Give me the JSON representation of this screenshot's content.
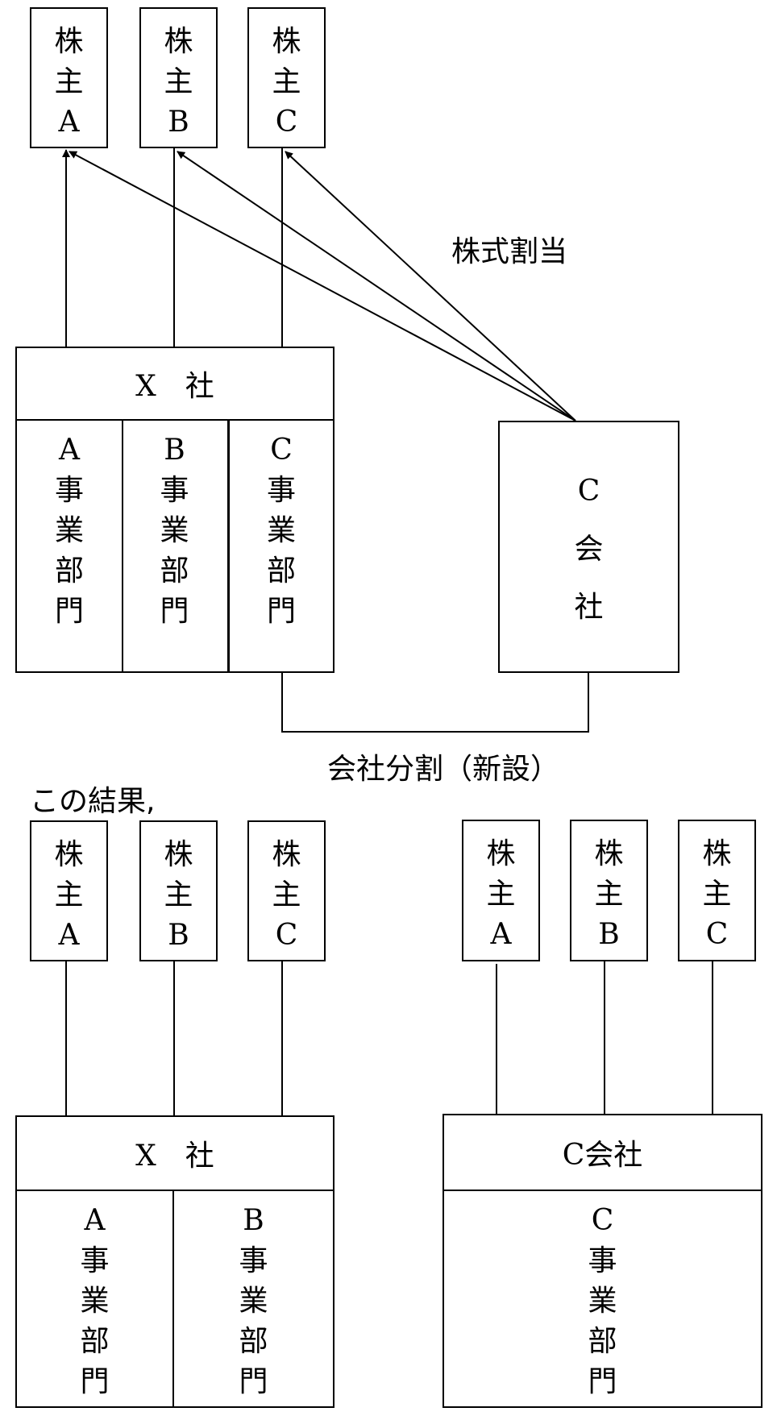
{
  "before": {
    "shareholders": [
      {
        "chars": [
          "株",
          "主",
          "A"
        ]
      },
      {
        "chars": [
          "株",
          "主",
          "B"
        ]
      },
      {
        "chars": [
          "株",
          "主",
          "C"
        ]
      }
    ],
    "company_x": {
      "title": "X　社",
      "divisions": [
        {
          "chars": [
            "A",
            "事",
            "業",
            "部",
            "門"
          ]
        },
        {
          "chars": [
            "B",
            "事",
            "業",
            "部",
            "門"
          ]
        },
        {
          "chars": [
            "C",
            "事",
            "業",
            "部",
            "門"
          ]
        }
      ]
    },
    "company_c": {
      "chars": [
        "C",
        "会",
        "社"
      ]
    },
    "share_allocation_label": "株式割当",
    "split_label": "会社分割（新設）"
  },
  "result_label": "この結果,",
  "after": {
    "x_shareholders": [
      {
        "chars": [
          "株",
          "主",
          "A"
        ]
      },
      {
        "chars": [
          "株",
          "主",
          "B"
        ]
      },
      {
        "chars": [
          "株",
          "主",
          "C"
        ]
      }
    ],
    "c_shareholders": [
      {
        "chars": [
          "株",
          "主",
          "A"
        ]
      },
      {
        "chars": [
          "株",
          "主",
          "B"
        ]
      },
      {
        "chars": [
          "株",
          "主",
          "C"
        ]
      }
    ],
    "company_x": {
      "title": "X　社",
      "divisions": [
        {
          "chars": [
            "A",
            "事",
            "業",
            "部",
            "門"
          ]
        },
        {
          "chars": [
            "B",
            "事",
            "業",
            "部",
            "門"
          ]
        }
      ]
    },
    "company_c": {
      "title": "C会社",
      "divisions": [
        {
          "chars": [
            "C",
            "事",
            "業",
            "部",
            "門"
          ]
        }
      ]
    }
  }
}
